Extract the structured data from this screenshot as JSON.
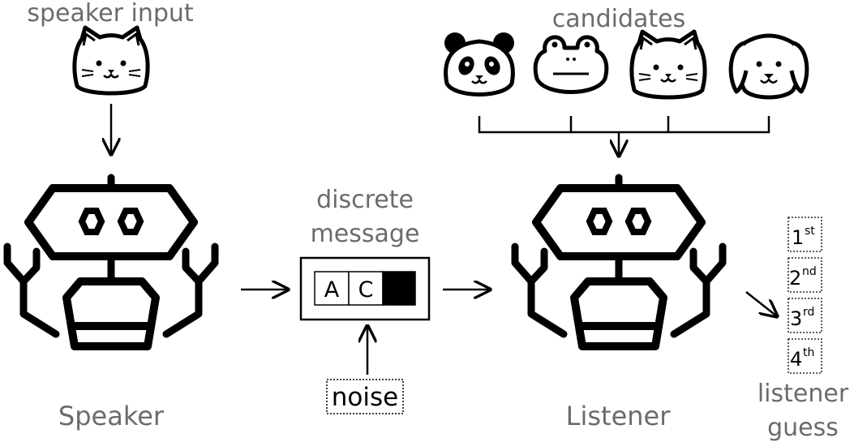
{
  "labels": {
    "speaker_input": "speaker input",
    "candidates": "candidates",
    "discrete": "discrete",
    "message": "message",
    "speaker": "Speaker",
    "listener": "Listener",
    "noise": "noise",
    "listener_guess_line1": "listener",
    "listener_guess_line2": "guess"
  },
  "message_symbols": [
    "A",
    "C"
  ],
  "ranks": [
    {
      "num": "1",
      "sup": "st"
    },
    {
      "num": "2",
      "sup": "nd"
    },
    {
      "num": "3",
      "sup": "rd"
    },
    {
      "num": "4",
      "sup": "th"
    }
  ],
  "candidates": [
    "panda-icon",
    "frog-icon",
    "cat-icon",
    "dog-icon"
  ],
  "speaker_input_icon": "cat-icon"
}
